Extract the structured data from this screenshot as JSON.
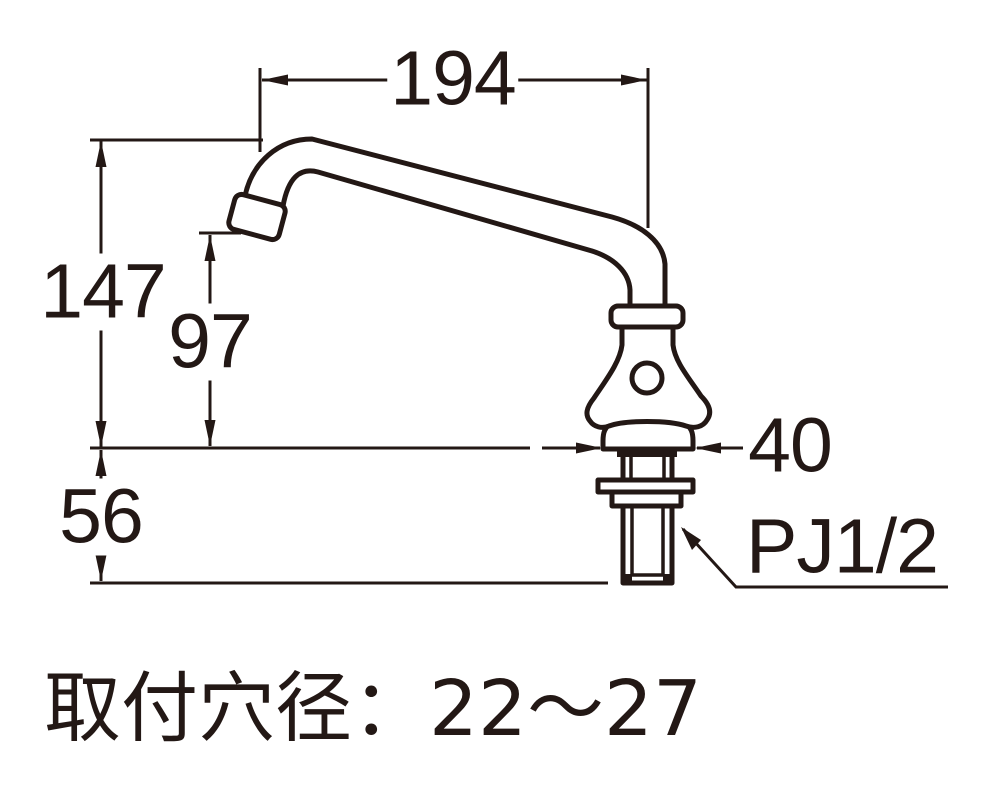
{
  "drawing": {
    "type": "faucet-dimension-drawing",
    "line_color": "#231815",
    "background_color": "#ffffff"
  },
  "labels": {
    "spout_reach": "194",
    "overall_height": "147",
    "spout_height": "97",
    "shank_length": "56",
    "base_width": "40",
    "thread_size": "PJ1/2",
    "mounting_note": "取付穴径：22～27"
  }
}
